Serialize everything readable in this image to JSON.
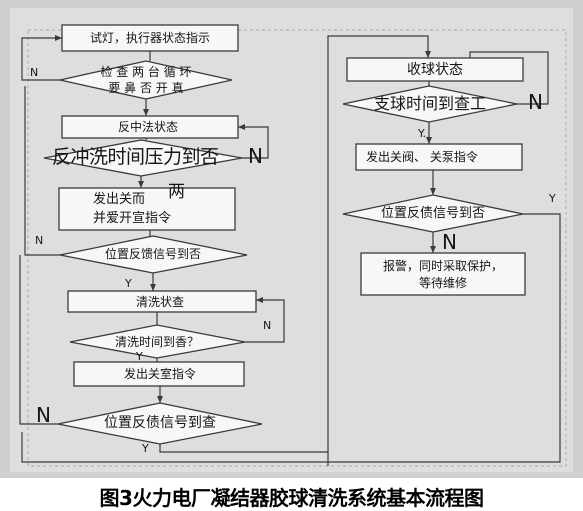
{
  "caption": "图3火力电厂凝结器胶球清洗系统基本流程图",
  "left_column": {
    "test_lamp": "试灯，执行器状态指示",
    "check_pumps_line1": "检 查 两 台 循 环",
    "check_pumps_line2": "要 鼻 否 开 真",
    "backwash_state": "反中法状态",
    "backwash_time": "反冲洗时间压力到否",
    "send_close_line1": "发出关而",
    "send_close_extra": "两",
    "send_close_line2": "并爱开宣指令",
    "position_feedback_1": "位置反馈信号到否",
    "cleaning_state": "清洗状查",
    "cleaning_time": "清洗时间到香？",
    "send_close_valve": "发出关室指令",
    "position_feedback_2": "位置反债信号到查"
  },
  "right_column": {
    "ball_collect_state": "收球状态",
    "ball_collect_time": "支球时间到查工",
    "send_close_valve_pump": "发出关阀、  关泵指令",
    "position_feedback_3": "位置反债信号到否",
    "alarm_line1": "报警，同时采取保护，",
    "alarm_line2": "等待维修"
  },
  "branch_labels": {
    "n_check_pumps": "N",
    "n_backwash": "N",
    "n_position_1": "N",
    "y_position_1": "Y",
    "n_cleaning": "N",
    "y_cleaning": "Y",
    "n_position_2": "N",
    "y_position_2": "Y",
    "n_ball_collect": "N",
    "y_ball_collect": "Y.",
    "y_position_3": "Y",
    "n_position_3": "N"
  }
}
